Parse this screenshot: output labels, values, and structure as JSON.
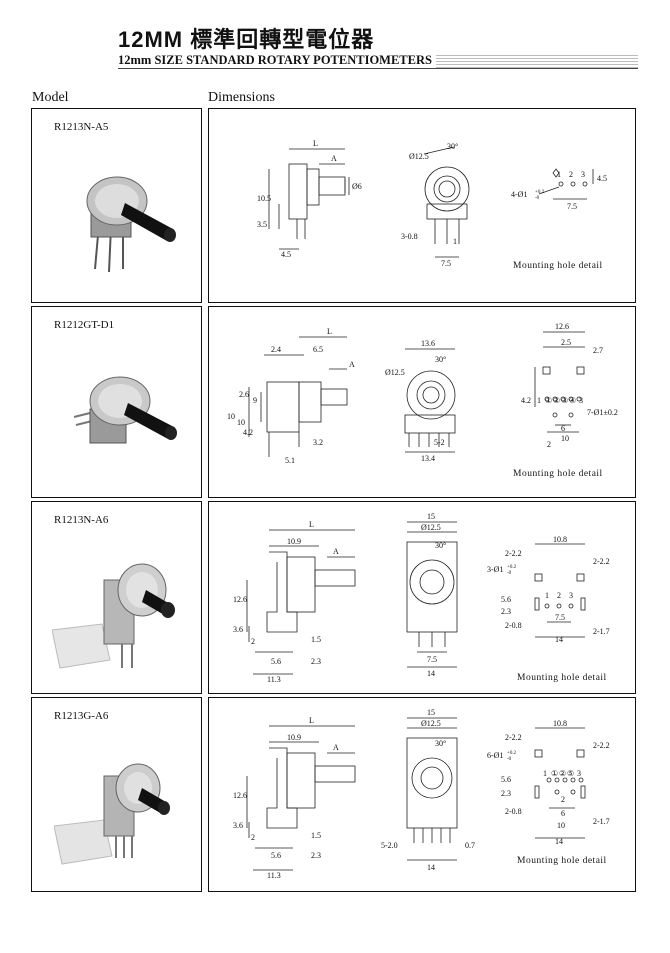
{
  "header": {
    "title": "12MM 標準回轉型電位器",
    "subtitle": "12mm SIZE STANDARD ROTARY POTENTIOMETERS"
  },
  "columns": {
    "model": "Model",
    "dimensions": "Dimensions"
  },
  "rows": [
    {
      "model": "R1213N-A5",
      "labels": [
        "L",
        "A",
        "30°",
        "Ø12.5",
        "10.5",
        "3.5",
        "Ø6",
        "4.5",
        "3-0.8",
        "1",
        "7.5",
        "1",
        "2",
        "3",
        "4-Ø1",
        "+0.2",
        "-0",
        "4.5",
        "7.5"
      ],
      "mounting": "Mounting hole detail"
    },
    {
      "model": "R1212GT-D1",
      "labels": [
        "L",
        "2.4",
        "6.5",
        "A",
        "13.6",
        "30°",
        "Ø12.5",
        "12.6",
        "2.5",
        "2.7",
        "10",
        "9",
        "2.6",
        "10",
        "4.2",
        "3.2",
        "5.1",
        "5-2",
        "13.4",
        "1",
        "①",
        "②",
        "③",
        "④",
        "3",
        "7-Ø1±0.2",
        "2",
        "6",
        "10",
        "4.2"
      ],
      "mounting": "Mounting hole detail"
    },
    {
      "model": "R1213N-A6",
      "labels": [
        "L",
        "10.9",
        "A",
        "15",
        "Ø12.5",
        "30°",
        "12.6",
        "3.6",
        "2",
        "1.5",
        "5.6",
        "2.3",
        "11.3",
        "7.5",
        "14",
        "2-2.2",
        "10.8",
        "2-2.2",
        "3-Ø1",
        "+0.2",
        "-0",
        "2.3",
        "5.6",
        "1",
        "2",
        "3",
        "7.5",
        "2-0.8",
        "14",
        "2-1.7"
      ],
      "mounting": "Mounting hole detail"
    },
    {
      "model": "R1213G-A6",
      "labels": [
        "L",
        "10.9",
        "A",
        "15",
        "Ø12.5",
        "30°",
        "12.6",
        "3.6",
        "2",
        "1.5",
        "5.6",
        "2.3",
        "11.3",
        "5-2.0",
        "14",
        "0.7",
        "2-2.2",
        "10.8",
        "2-2.2",
        "6-Ø1",
        "+0.2",
        "-0",
        "2.3",
        "5.6",
        "1",
        "①",
        "②",
        "⑤",
        "3",
        "2",
        "6",
        "10",
        "2-0.8",
        "14",
        "2-1.7"
      ],
      "mounting": "Mounting hole detail"
    }
  ]
}
